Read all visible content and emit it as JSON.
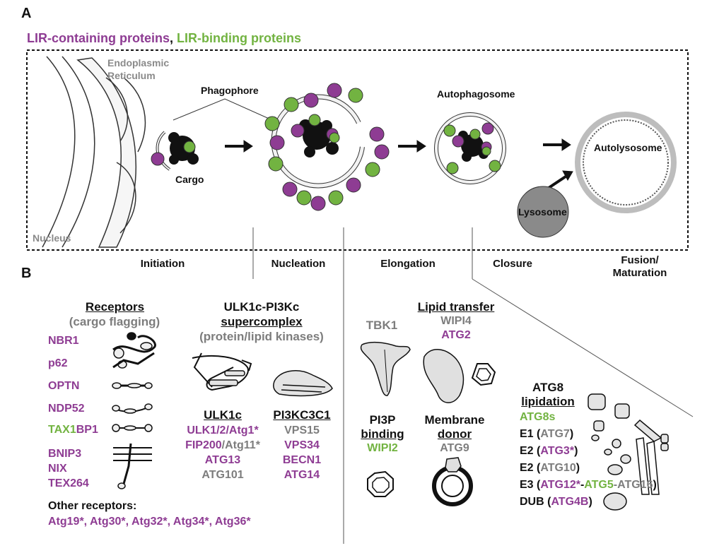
{
  "panel_labels": {
    "a": "A",
    "b": "B"
  },
  "legend": {
    "lir_containing": "LIR-containing proteins",
    "separator": ",",
    "lir_binding": "LIR-binding proteins"
  },
  "colors": {
    "lir_containing": "#8e3c93",
    "lir_binding": "#72b341",
    "membrane": "#ececec",
    "lysosome": "#8a8a8a",
    "text_gray": "#7d7d7d"
  },
  "panel_a": {
    "er_label": "Endoplasmic Reticulum",
    "nucleus_label": "Nucleus",
    "phagophore_label": "Phagophore",
    "cargo_label": "Cargo",
    "autophagosome_label": "Autophagosome",
    "autolysosome_label": "Autolysosome",
    "lysosome_label": "Lysosome"
  },
  "stages": [
    "Initiation",
    "Nucleation",
    "Elongation",
    "Closure",
    "Fusion/ Maturation"
  ],
  "receptors": {
    "title": "Receptors",
    "subtitle": "(cargo flagging)",
    "items": [
      {
        "label": "NBR1",
        "type": "purple"
      },
      {
        "label": "p62",
        "type": "purple"
      },
      {
        "label": "OPTN",
        "type": "purple"
      },
      {
        "label": "NDP52",
        "type": "purple"
      },
      {
        "label": "TAX1BP1",
        "type": "split"
      },
      {
        "label": "BNIP3",
        "type": "purple"
      },
      {
        "label": "NIX",
        "type": "purple"
      },
      {
        "label": "TEX264",
        "type": "purple"
      }
    ],
    "tax1bp1_parts": [
      "TAX1",
      "BP1"
    ],
    "other_title": "Other receptors:",
    "other_list": "Atg19*, Atg30*, Atg32*, Atg34*, Atg36*"
  },
  "supercomplex": {
    "title_line1": "ULK1c-PI3Kc",
    "title_line2": "supercomplex",
    "subtitle": "(protein/lipid kinases)",
    "ulk1c": {
      "title": "ULK1c",
      "line1": "ULK1/2/Atg1*",
      "line2_a": "FIP200",
      "line2_b": "/Atg11*",
      "line3": "ATG13",
      "line4": "ATG101"
    },
    "pi3kc3c1": {
      "title": "PI3KC3C1",
      "items": [
        "VPS15",
        "VPS34",
        "BECN1",
        "ATG14"
      ]
    }
  },
  "elongation": {
    "tbk1": "TBK1",
    "lipid_transfer_title": "Lipid transfer",
    "wipi4": "WIPI4",
    "atg2": "ATG2",
    "pi3p_title_line1": "PI3P",
    "pi3p_title_line2": "binding",
    "wipi2": "WIPI2",
    "membrane_title_line1": "Membrane",
    "membrane_title_line2": "donor",
    "atg9": "ATG9"
  },
  "atg8": {
    "title_line1": "ATG8",
    "title_line2": "lipidation",
    "atg8s": "ATG8s",
    "e1": {
      "prefix": "E1 (",
      "name": "ATG7",
      "suffix": ")"
    },
    "e2a": {
      "prefix": "E2 (",
      "name": "ATG3*",
      "suffix": ")"
    },
    "e2b": {
      "prefix": "E2 (",
      "name": "ATG10",
      "suffix": ")"
    },
    "e3": {
      "prefix": "E3 (",
      "a": "ATG12*",
      "dash1": "-",
      "b": "ATG5",
      "dash2": "-",
      "c": "ATG16",
      "suffix": ")"
    },
    "dub": {
      "prefix": "DUB (",
      "name": "ATG4B",
      "suffix": ")"
    }
  }
}
